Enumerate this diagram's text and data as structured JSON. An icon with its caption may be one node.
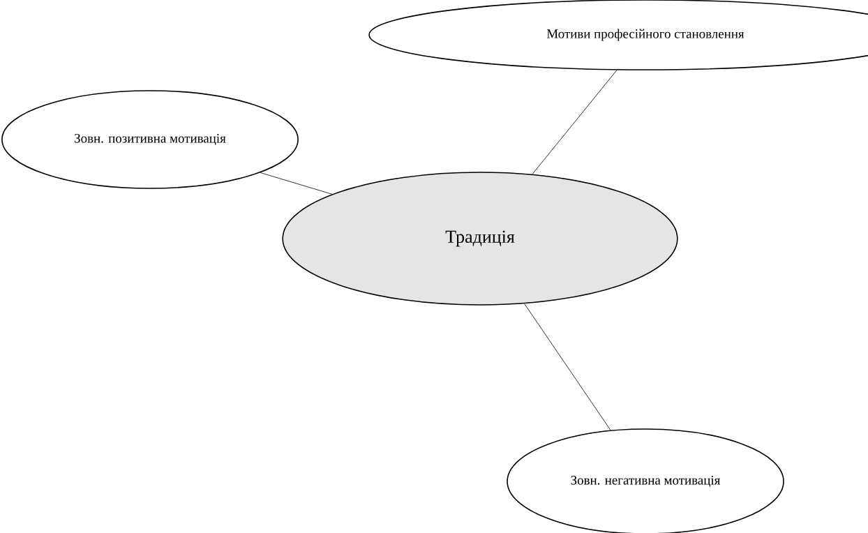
{
  "diagram": {
    "nodes": [
      {
        "text": [
          "Мотиви професійного становлення"
        ]
      },
      {
        "text": [
          "Зовн. позитивна мотивація"
        ]
      },
      {
        "text": [
          "Традиція"
        ]
      },
      {
        "text": [
          "Зовн. негативна мотивація"
        ]
      }
    ],
    "edges": [
      {
        "from": 1,
        "to": 2,
        "arrow": "none"
      },
      {
        "from": 2,
        "to": 0,
        "arrow": "none"
      },
      {
        "from": 2,
        "to": 3,
        "arrow": "none"
      }
    ]
  }
}
